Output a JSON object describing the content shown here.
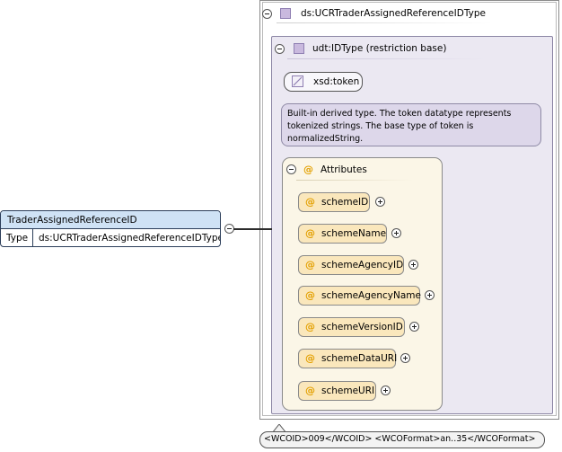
{
  "type_frame": {
    "title": "ds:UCRTraderAssignedReferenceIDType"
  },
  "restriction": {
    "title": "udt:IDType (restriction base)"
  },
  "base_type": {
    "label": "xsd:token"
  },
  "documentation": {
    "text": "Built-in derived type. The token datatype represents tokenized strings. The base type of token is normalizedString."
  },
  "attributes_group": {
    "title": "Attributes",
    "symbol": "@",
    "items": [
      {
        "name": "schemeID"
      },
      {
        "name": "schemeName"
      },
      {
        "name": "schemeAgencyID"
      },
      {
        "name": "schemeAgencyName"
      },
      {
        "name": "schemeVersionID"
      },
      {
        "name": "schemeDataURI"
      },
      {
        "name": "schemeURI"
      }
    ]
  },
  "element": {
    "name": "TraderAssignedReferenceID",
    "type_label": "Type",
    "type_value": "ds:UCRTraderAssignedReferenceIDType"
  },
  "callout": {
    "text": "<WCOID>009</WCOID> <WCOFormat>an..35</WCOFormat>"
  },
  "colors": {
    "element_header": "#cfe2f5",
    "restriction_bg": "#ebe8f2",
    "documentation_bg": "#ddd7ea",
    "attributes_bg": "#fbf6e7",
    "attribute_box_bg": "#fae7bc",
    "attribute_symbol": "#e3a000"
  }
}
